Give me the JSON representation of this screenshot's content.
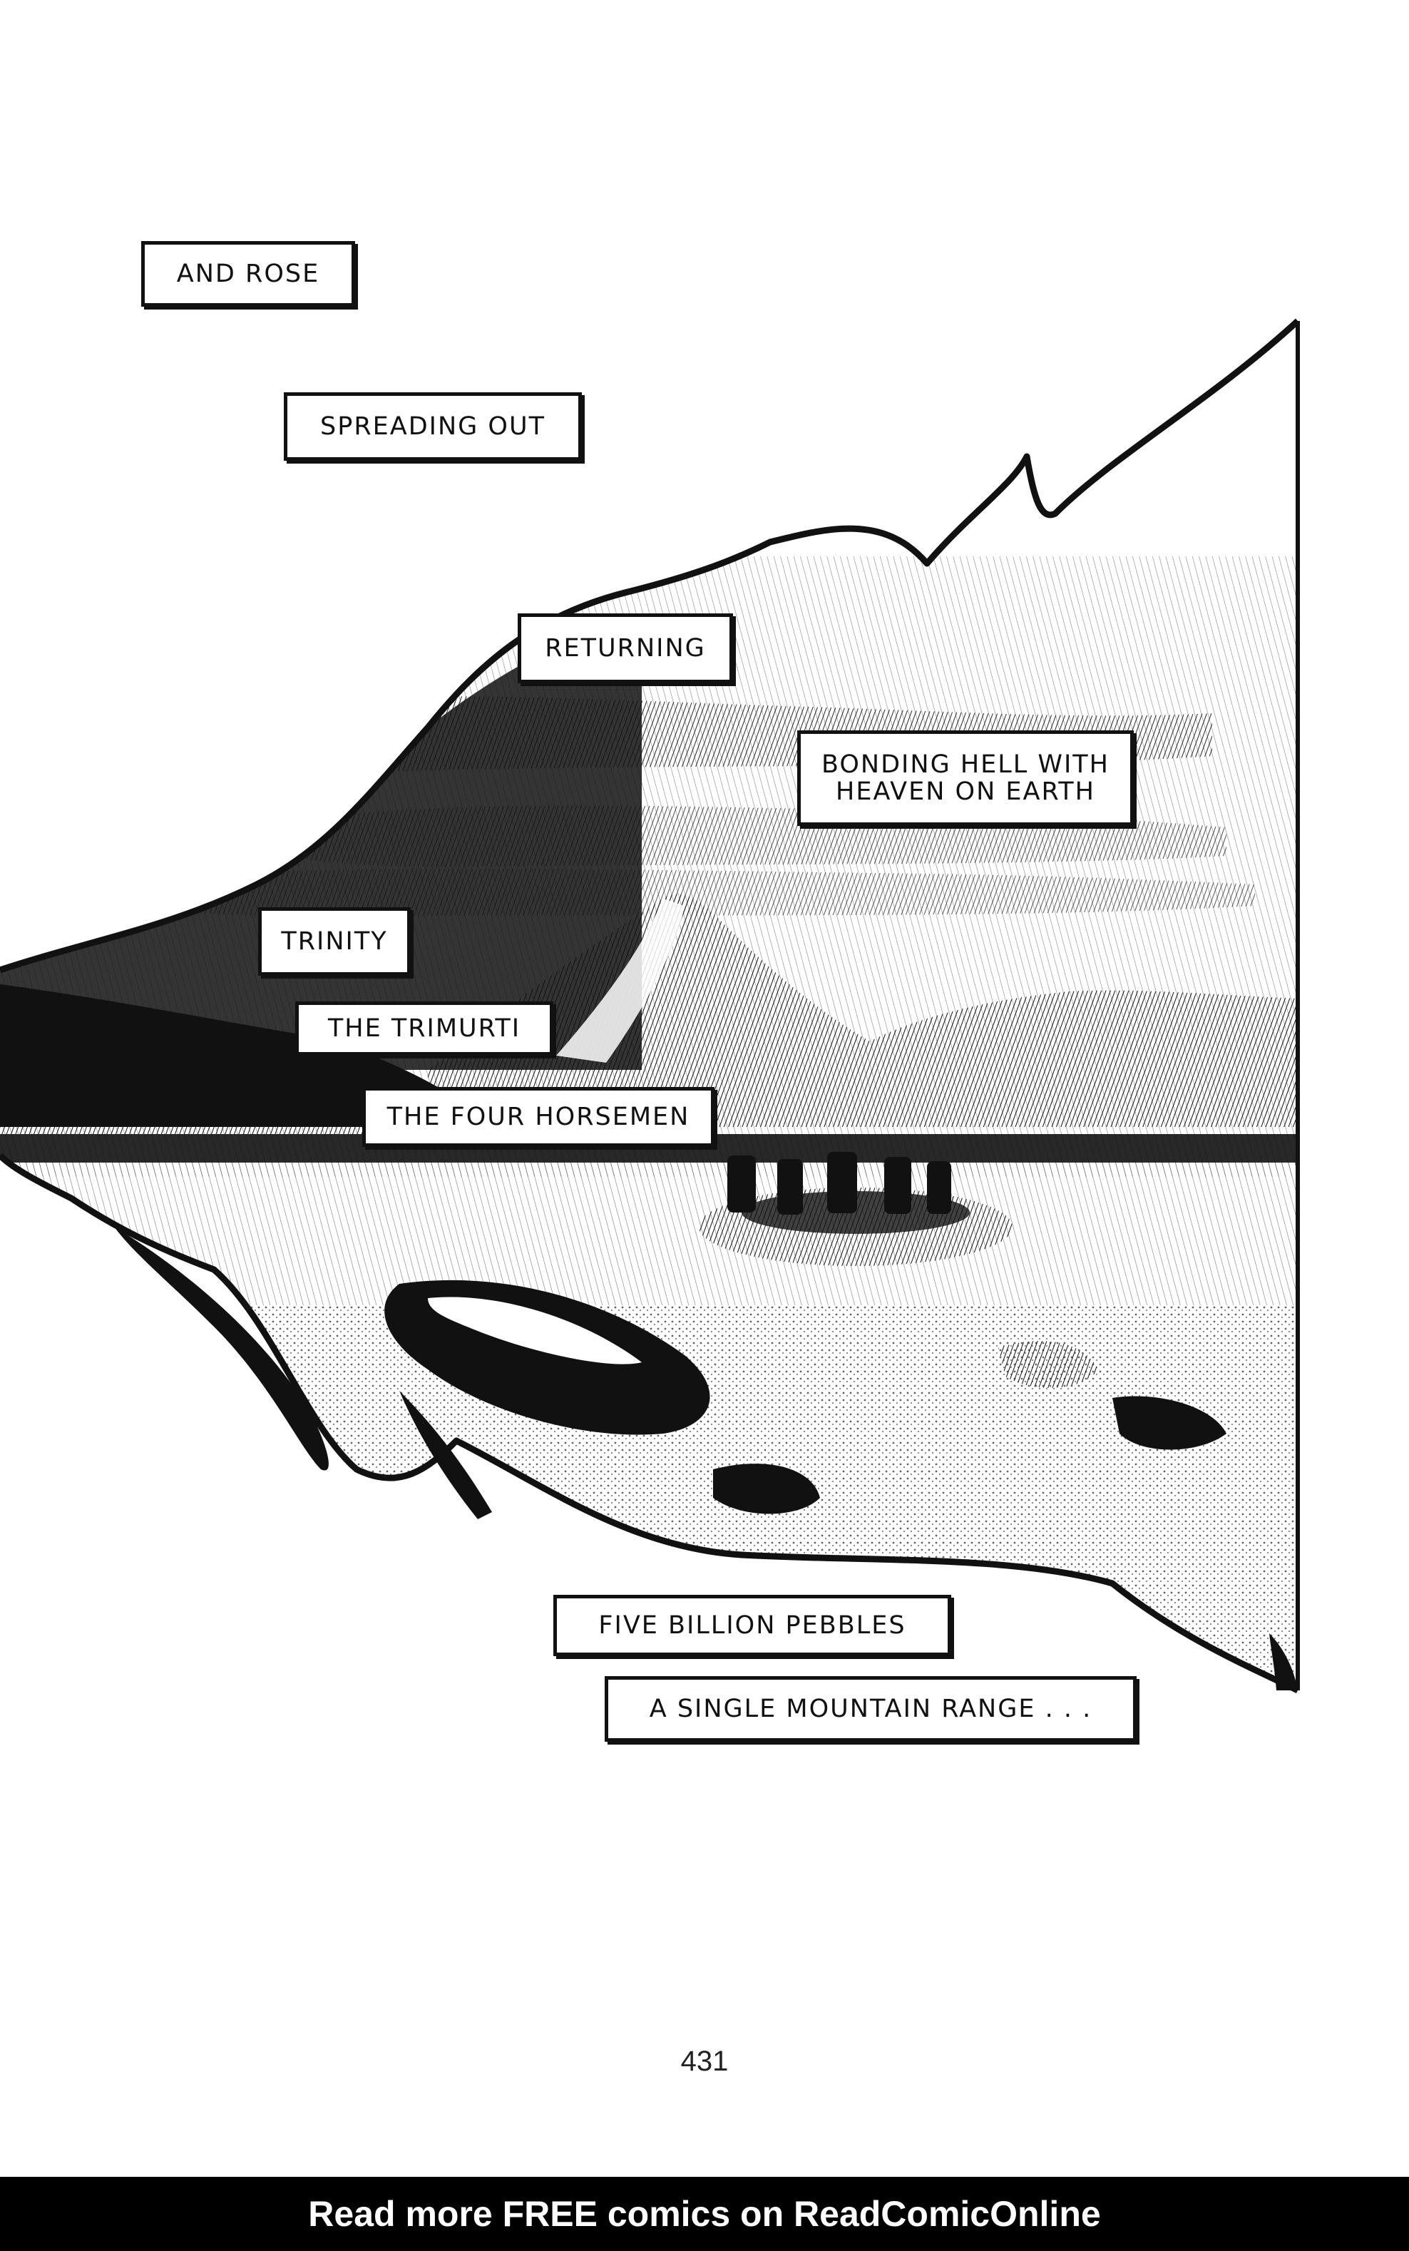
{
  "captions": {
    "and_rose": "AND ROSE",
    "spreading_out": "SPREADING OUT",
    "returning": "RETURNING",
    "bonding_line1": "BONDING HELL WITH",
    "bonding_line2": "HEAVEN ON EARTH",
    "trinity": "TRINITY",
    "trimurti": "THE TRIMURTI",
    "four_horsemen": "THE FOUR HORSEMEN",
    "five_billion": "FIVE BILLION PEBBLES",
    "mountain_range": "A SINGLE MOUNTAIN RANGE . . ."
  },
  "page_number": "431",
  "banner": {
    "text": "Read more FREE comics on ReadComicOnline"
  }
}
